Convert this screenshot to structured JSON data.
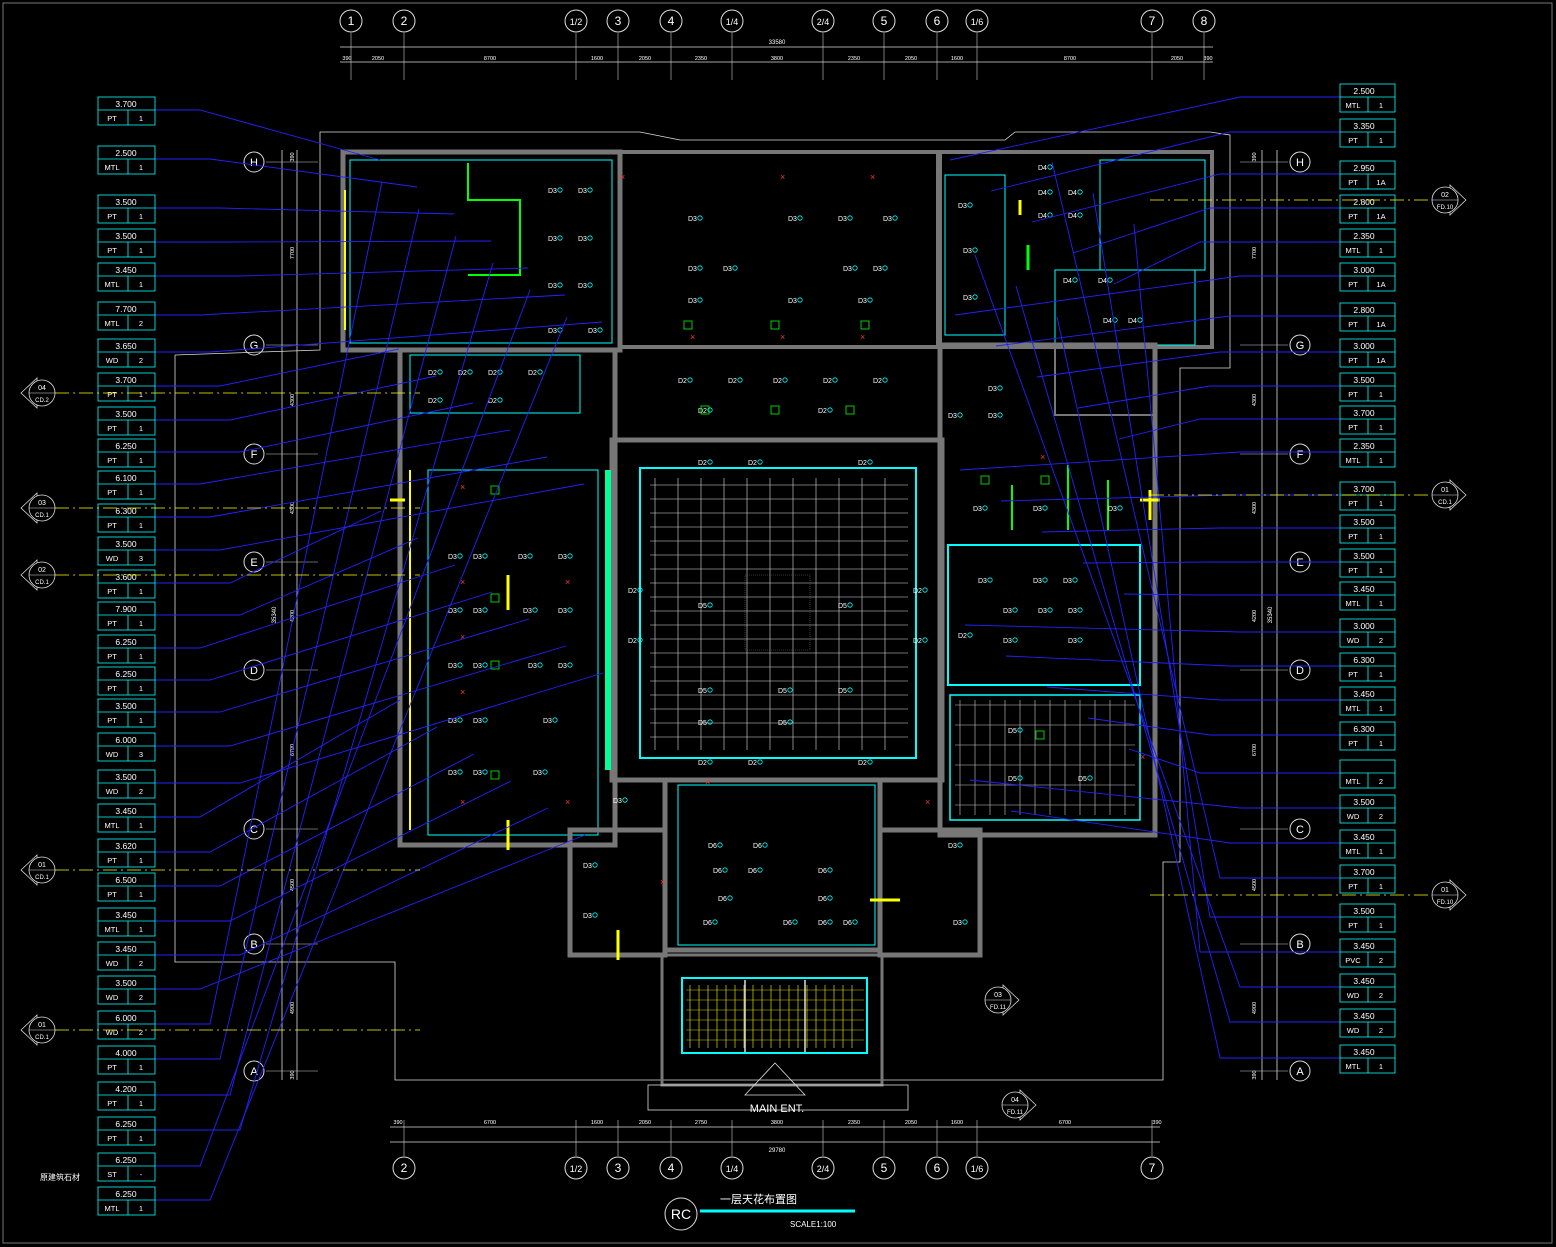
{
  "drawing": {
    "title": "一层天花布置图",
    "scale": "SCALE1:100",
    "symbol": "RC",
    "main_entrance": "MAIN ENT.",
    "note": "原建筑石材"
  },
  "axes_top": [
    "1",
    "2",
    "1/2",
    "3",
    "4",
    "1/4",
    "2/4",
    "5",
    "6",
    "1/6",
    "7",
    "8"
  ],
  "axes_bottom": [
    "2",
    "1/2",
    "3",
    "4",
    "1/4",
    "2/4",
    "5",
    "6",
    "1/6",
    "7"
  ],
  "axes_rows": [
    "H",
    "G",
    "F",
    "E",
    "D",
    "C",
    "B",
    "A"
  ],
  "dims_top": {
    "total": "33580",
    "segments": [
      "390",
      "2050",
      "8700",
      "1600",
      "2050",
      "2350",
      "3800",
      "2350",
      "2050",
      "1600",
      "8700",
      "2050",
      "390"
    ]
  },
  "dims_bottom": {
    "total": "29780",
    "segments": [
      "390",
      "6700",
      "1600",
      "2050",
      "2750",
      "3800",
      "2350",
      "2050",
      "1600",
      "6700",
      "390"
    ]
  },
  "dims_left": {
    "total": "35340",
    "segments": [
      "390",
      "7700",
      "4300",
      "4300",
      "4200",
      "6700",
      "4500",
      "4900",
      "390"
    ]
  },
  "dims_right": {
    "total": "35340",
    "segments": [
      "390",
      "7700",
      "4300",
      "4300",
      "4200",
      "6700",
      "4500",
      "4900",
      "390"
    ]
  },
  "tags_left": [
    {
      "h": "3.700",
      "m": "PT",
      "n": "1"
    },
    {
      "h": "2.500",
      "m": "MTL",
      "n": "1"
    },
    {
      "h": "3.500",
      "m": "PT",
      "n": "1"
    },
    {
      "h": "3.500",
      "m": "PT",
      "n": "1"
    },
    {
      "h": "3.450",
      "m": "MTL",
      "n": "1"
    },
    {
      "h": "7.700",
      "m": "MTL",
      "n": "2"
    },
    {
      "h": "3.650",
      "m": "WD",
      "n": "2"
    },
    {
      "h": "3.700",
      "m": "PT",
      "n": "1"
    },
    {
      "h": "3.500",
      "m": "PT",
      "n": "1"
    },
    {
      "h": "6.250",
      "m": "PT",
      "n": "1"
    },
    {
      "h": "6.100",
      "m": "PT",
      "n": "1"
    },
    {
      "h": "6.300",
      "m": "PT",
      "n": "1"
    },
    {
      "h": "3.500",
      "m": "WD",
      "n": "3"
    },
    {
      "h": "3.600",
      "m": "PT",
      "n": "1"
    },
    {
      "h": "7.900",
      "m": "PT",
      "n": "1"
    },
    {
      "h": "6.250",
      "m": "PT",
      "n": "1"
    },
    {
      "h": "6.250",
      "m": "PT",
      "n": "1"
    },
    {
      "h": "3.500",
      "m": "PT",
      "n": "1"
    },
    {
      "h": "6.000",
      "m": "WD",
      "n": "3"
    },
    {
      "h": "3.500",
      "m": "WD",
      "n": "2"
    },
    {
      "h": "3.450",
      "m": "MTL",
      "n": "1"
    },
    {
      "h": "3.620",
      "m": "PT",
      "n": "1"
    },
    {
      "h": "6.500",
      "m": "PT",
      "n": "1"
    },
    {
      "h": "3.450",
      "m": "MTL",
      "n": "1"
    },
    {
      "h": "3.450",
      "m": "WD",
      "n": "2"
    },
    {
      "h": "3.500",
      "m": "WD",
      "n": "2"
    },
    {
      "h": "6.000",
      "m": "WD",
      "n": "2"
    },
    {
      "h": "4.000",
      "m": "PT",
      "n": "1"
    },
    {
      "h": "4.200",
      "m": "PT",
      "n": "1"
    },
    {
      "h": "6.250",
      "m": "PT",
      "n": "1"
    },
    {
      "h": "6.250",
      "m": "ST",
      "n": "-"
    },
    {
      "h": "6.250",
      "m": "MTL",
      "n": "1"
    }
  ],
  "tags_right": [
    {
      "h": "2.500",
      "m": "MTL",
      "n": "1"
    },
    {
      "h": "3.350",
      "m": "PT",
      "n": "1"
    },
    {
      "h": "2.950",
      "m": "PT",
      "n": "1A"
    },
    {
      "h": "2.800",
      "m": "PT",
      "n": "1A"
    },
    {
      "h": "2.350",
      "m": "MTL",
      "n": "1"
    },
    {
      "h": "3.000",
      "m": "PT",
      "n": "1A"
    },
    {
      "h": "2.800",
      "m": "PT",
      "n": "1A"
    },
    {
      "h": "3.000",
      "m": "PT",
      "n": "1A"
    },
    {
      "h": "3.500",
      "m": "PT",
      "n": "1"
    },
    {
      "h": "3.700",
      "m": "PT",
      "n": "1"
    },
    {
      "h": "2.350",
      "m": "MTL",
      "n": "1"
    },
    {
      "h": "3.700",
      "m": "PT",
      "n": "1"
    },
    {
      "h": "3.500",
      "m": "PT",
      "n": "1"
    },
    {
      "h": "3.500",
      "m": "PT",
      "n": "1"
    },
    {
      "h": "3.450",
      "m": "MTL",
      "n": "1"
    },
    {
      "h": "3.000",
      "m": "WD",
      "n": "2"
    },
    {
      "h": "6.300",
      "m": "PT",
      "n": "1"
    },
    {
      "h": "3.450",
      "m": "MTL",
      "n": "1"
    },
    {
      "h": "6.300",
      "m": "PT",
      "n": "1"
    },
    {
      "h": "",
      "m": "MTL",
      "n": "2"
    },
    {
      "h": "3.500",
      "m": "WD",
      "n": "2"
    },
    {
      "h": "3.450",
      "m": "MTL",
      "n": "1"
    },
    {
      "h": "3.700",
      "m": "PT",
      "n": "1"
    },
    {
      "h": "3.500",
      "m": "PT",
      "n": "1"
    },
    {
      "h": "3.450",
      "m": "PVC",
      "n": "2"
    },
    {
      "h": "3.450",
      "m": "WD",
      "n": "2"
    },
    {
      "h": "3.450",
      "m": "WD",
      "n": "2"
    },
    {
      "h": "3.450",
      "m": "MTL",
      "n": "1"
    }
  ],
  "section_marks_left": [
    {
      "num": "04",
      "ref": "CD.2"
    },
    {
      "num": "03",
      "ref": "CD.1"
    },
    {
      "num": "02",
      "ref": "CD.1"
    },
    {
      "num": "01",
      "ref": "CD.1"
    },
    {
      "num": "01",
      "ref": "CD.1"
    }
  ],
  "section_marks_right": [
    {
      "num": "02",
      "ref": "FD.10"
    },
    {
      "num": "01",
      "ref": "CD.1"
    },
    {
      "num": "01",
      "ref": "FD.10"
    }
  ],
  "section_marks_bottom": [
    {
      "num": "03",
      "ref": "FD.11"
    },
    {
      "num": "04",
      "ref": "FD.11"
    }
  ],
  "light_label_d3": "D3",
  "light_label_d2": "D2",
  "light_label_d6": "D6",
  "light_label_d4": "D4",
  "light_label_d5": "D5",
  "colors": {
    "background": "#000000",
    "outline": "#00ffff",
    "wall": "#7a7a7a",
    "leader": "#2222ff",
    "partition": "#ffff00",
    "fixture": "#00ff00",
    "marker": "#ff2222"
  }
}
